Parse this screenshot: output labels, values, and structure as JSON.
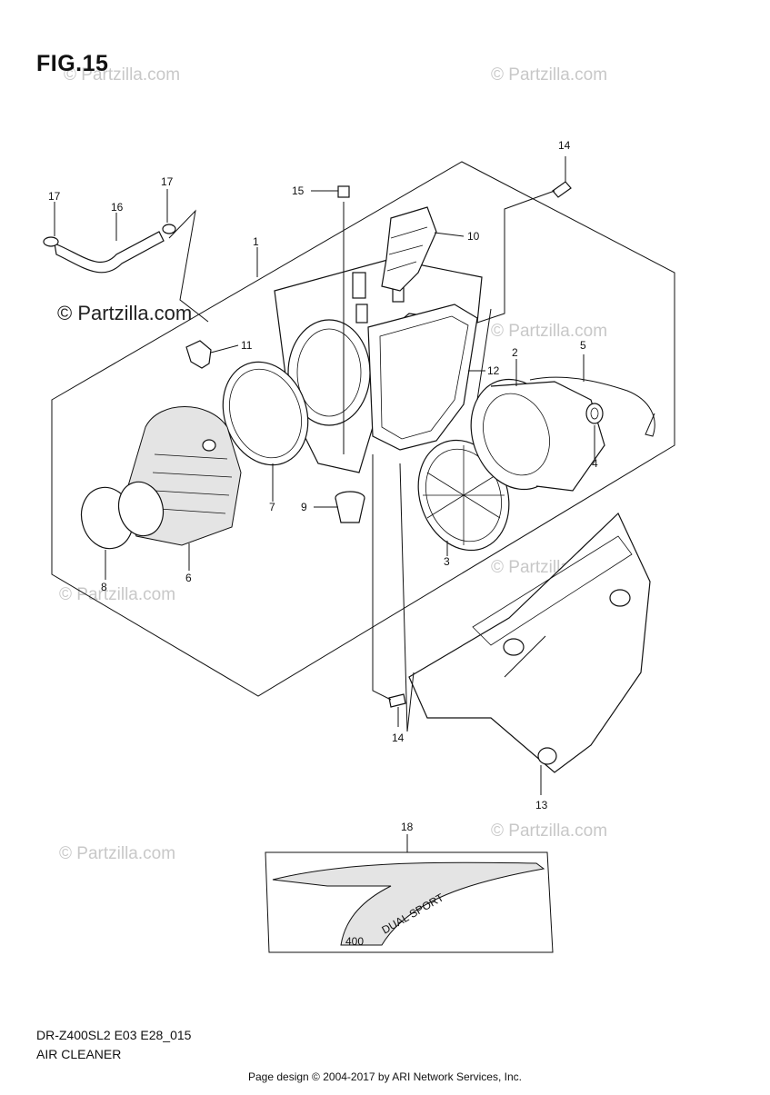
{
  "figure_title": "FIG.15",
  "diagram_code": "DR-Z400SL2 E03 E28_015",
  "section_name": "AIR CLEANER",
  "footer": "Page design © 2004-2017 by ARI Network Services, Inc.",
  "watermark": {
    "faint_text": "© Partzilla.com",
    "dark_text": "© Partzilla.com"
  },
  "callouts": [
    {
      "label": "1"
    },
    {
      "label": "2"
    },
    {
      "label": "3"
    },
    {
      "label": "4"
    },
    {
      "label": "5"
    },
    {
      "label": "6"
    },
    {
      "label": "7"
    },
    {
      "label": "8"
    },
    {
      "label": "9"
    },
    {
      "label": "10"
    },
    {
      "label": "11"
    },
    {
      "label": "12"
    },
    {
      "label": "13"
    },
    {
      "label": "14"
    },
    {
      "label": "14"
    },
    {
      "label": "15"
    },
    {
      "label": "16"
    },
    {
      "label": "17"
    },
    {
      "label": "17"
    },
    {
      "label": "18"
    }
  ],
  "decal": {
    "text": "DUAL SPORT",
    "model": "400"
  }
}
